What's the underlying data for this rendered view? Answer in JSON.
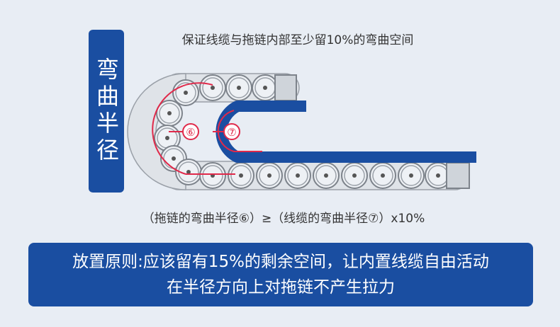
{
  "badge": {
    "text": "弯曲半径"
  },
  "caption": "保证线缆与拖链内部至少留10%的弯曲空间",
  "markers": {
    "outer": "⑥",
    "inner": "⑦"
  },
  "formula": "（拖链的弯曲半径⑥）≥（线缆的弯曲半径⑦）x10%",
  "banner": {
    "line1": "放置原则:应该留有15%的剩余空间，让内置线缆自由活动",
    "line2": "在半径方向上对拖链不产生拉力"
  },
  "colors": {
    "brand_blue": "#1a4ea1",
    "radius_red": "#e0294a",
    "chain_grey": "#8a8f96",
    "background": "#e8edf4"
  }
}
